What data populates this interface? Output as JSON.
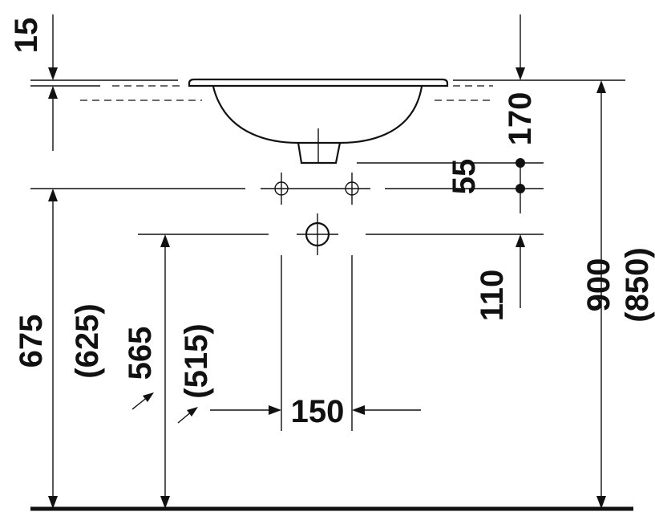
{
  "dimensions": {
    "rim_thickness": "15",
    "rim_to_tap_holes": "170",
    "tap_hole_spacing": "55",
    "tap_to_waste": "110",
    "total_height": "900",
    "total_height_alt": "(850)",
    "tap_hole_height": "675",
    "tap_hole_height_alt": "(625)",
    "waste_height": "565",
    "waste_height_alt": "(515)",
    "waste_width": "150"
  },
  "colors": {
    "line": "#111111",
    "background": "#ffffff"
  }
}
